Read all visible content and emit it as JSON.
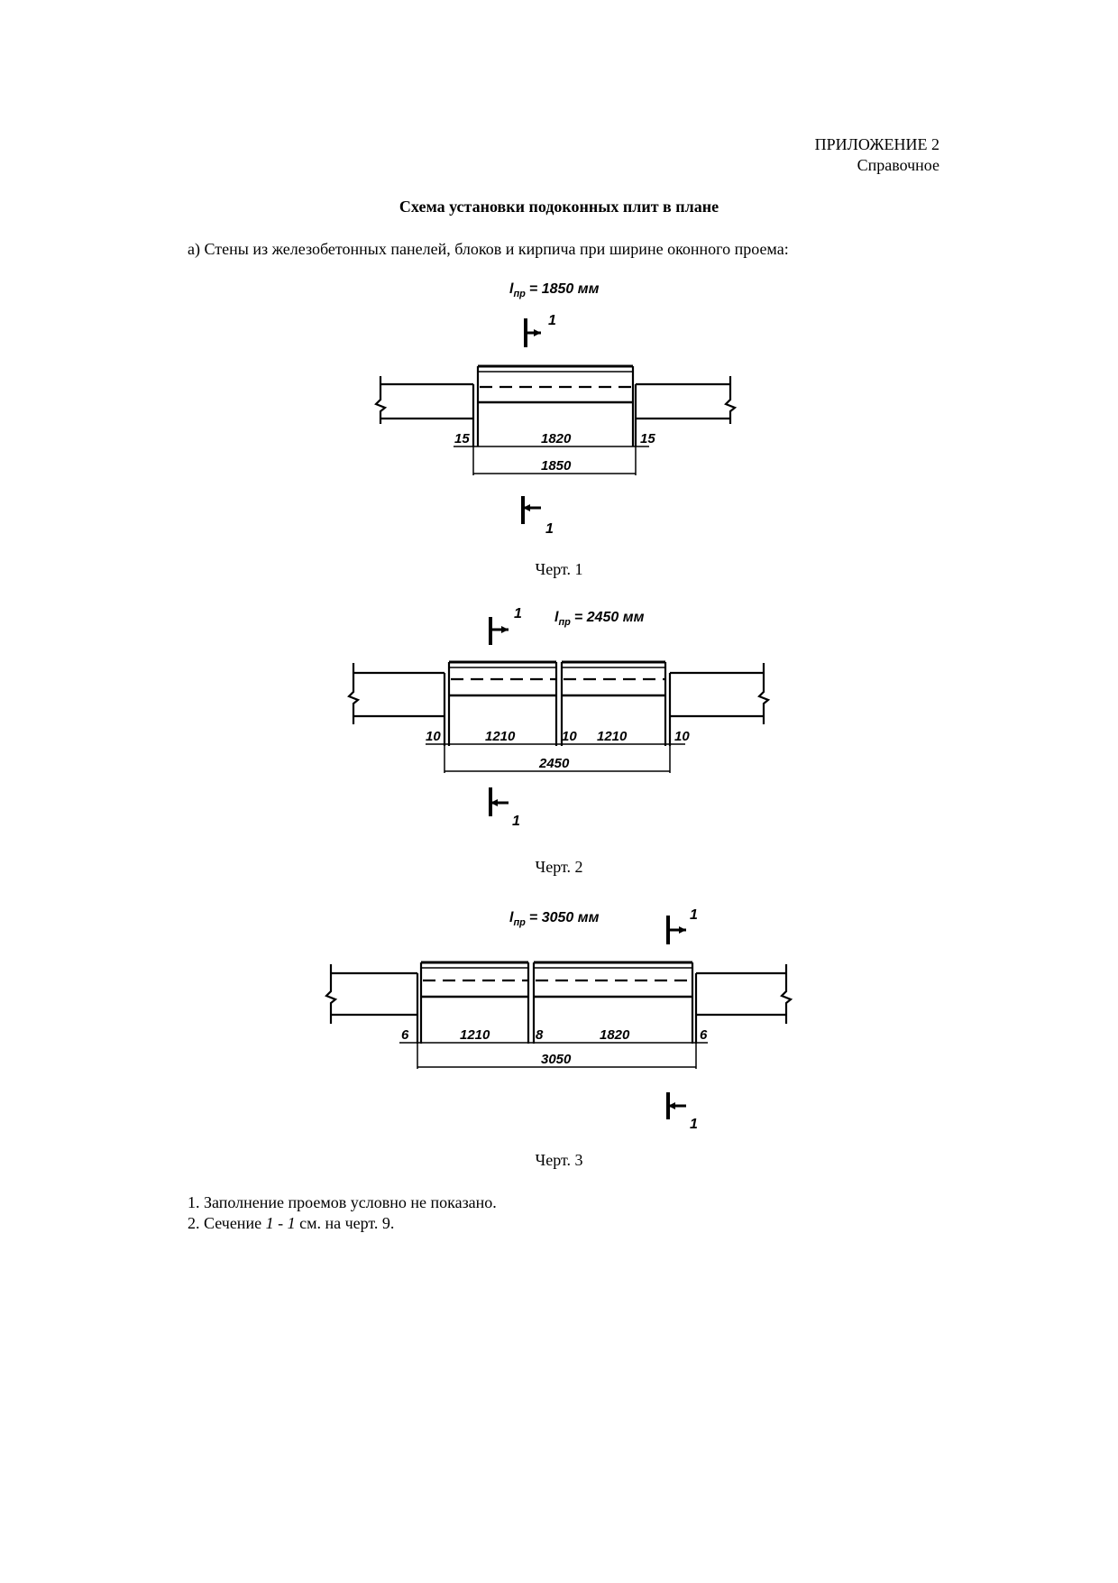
{
  "header": {
    "appendix": "ПРИЛОЖЕНИЕ 2",
    "reference": "Справочное"
  },
  "title": "Схема установки подоконных плит в плане",
  "subtitle": "а) Стены из железобетонных панелей, блоков и кирпича при ширине оконного проема:",
  "drawings": [
    {
      "caption": "Черт. 1",
      "opening_label": "l",
      "opening_sub": "пр",
      "opening_value": "= 1850 мм",
      "section_mark": "1",
      "dims": [
        "15",
        "1820",
        "15"
      ],
      "total": "1850"
    },
    {
      "caption": "Черт. 2",
      "opening_label": "l",
      "opening_sub": "пр",
      "opening_value": "= 2450 мм",
      "section_mark": "1",
      "dims": [
        "10",
        "1210",
        "10",
        "1210",
        "10"
      ],
      "total": "2450"
    },
    {
      "caption": "Черт. 3",
      "opening_label": "l",
      "opening_sub": "пр",
      "opening_value": "= 3050 мм",
      "section_mark": "1",
      "dims": [
        "6",
        "1210",
        "8",
        "1820",
        "6"
      ],
      "total": "3050"
    }
  ],
  "notes": {
    "note1": "1. Заполнение проемов условно не показано.",
    "note2_prefix": "2. Сечение ",
    "note2_section": "1 - 1",
    "note2_suffix": " см. на черт. 9."
  }
}
